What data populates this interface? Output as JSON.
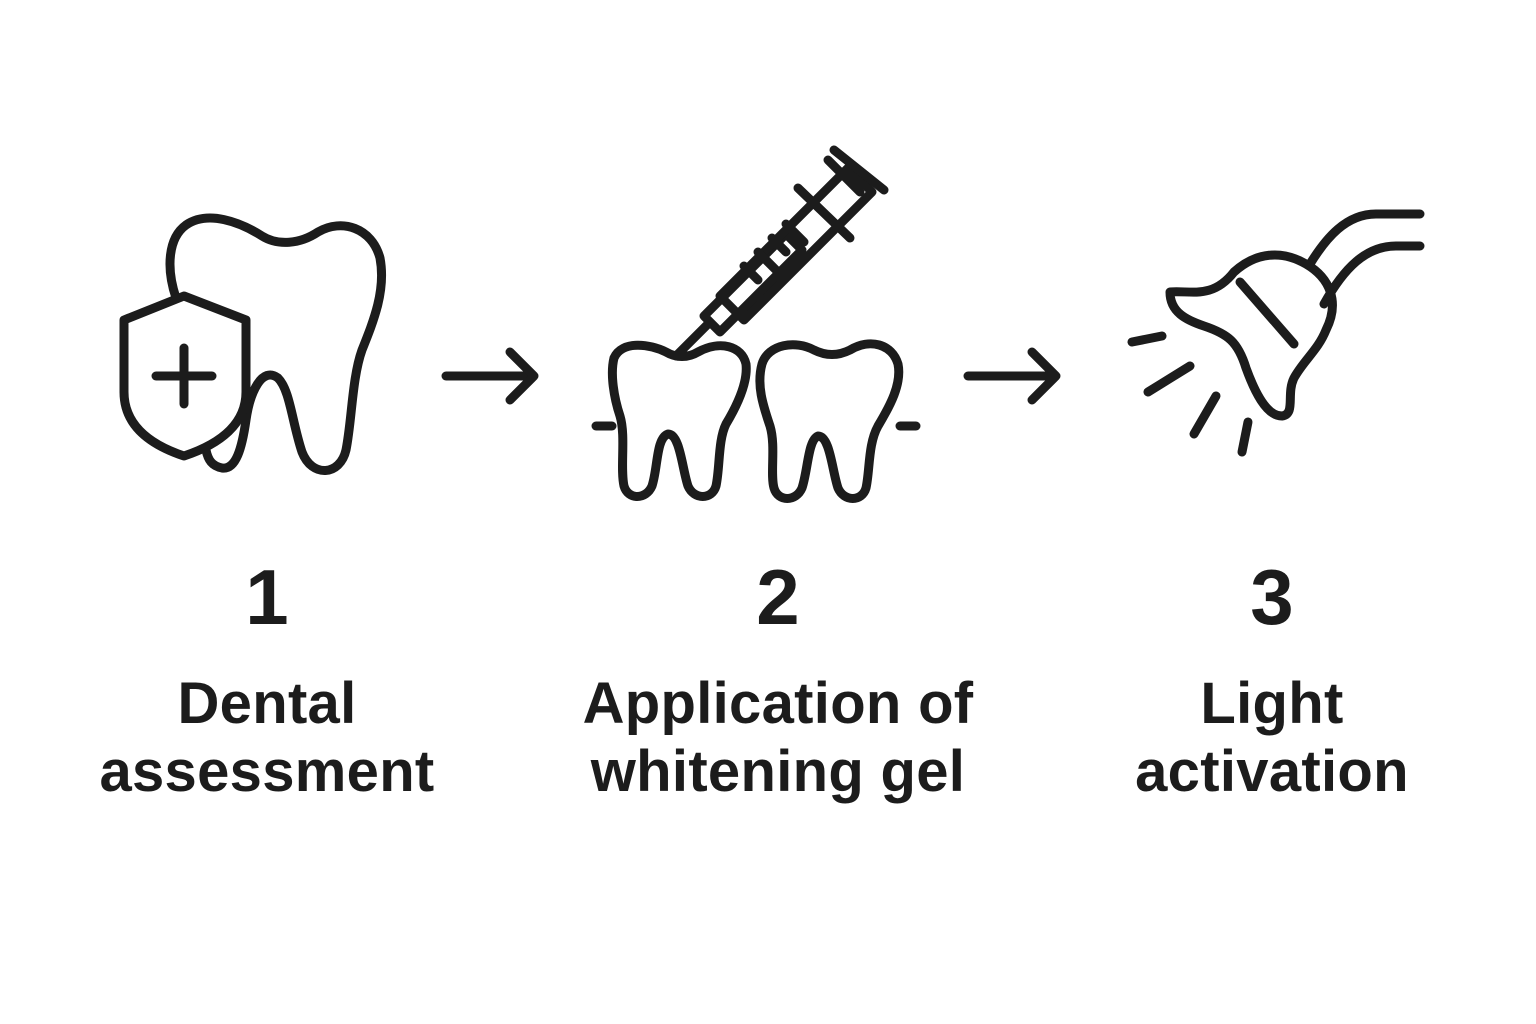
{
  "colors": {
    "ink": "#1c1c1c",
    "background": "#ffffff"
  },
  "steps": [
    {
      "number": "1",
      "label_lines": [
        "Dental",
        "assessment"
      ],
      "icon": "tooth-with-shield-cross-icon"
    },
    {
      "number": "2",
      "label_lines": [
        "Application of",
        "whitening gel"
      ],
      "icon": "syringe-on-teeth-icon"
    },
    {
      "number": "3",
      "label_lines": [
        "Light",
        "activation"
      ],
      "icon": "curing-light-lamp-icon"
    }
  ],
  "connectors": [
    "arrow-right-icon",
    "arrow-right-icon"
  ]
}
